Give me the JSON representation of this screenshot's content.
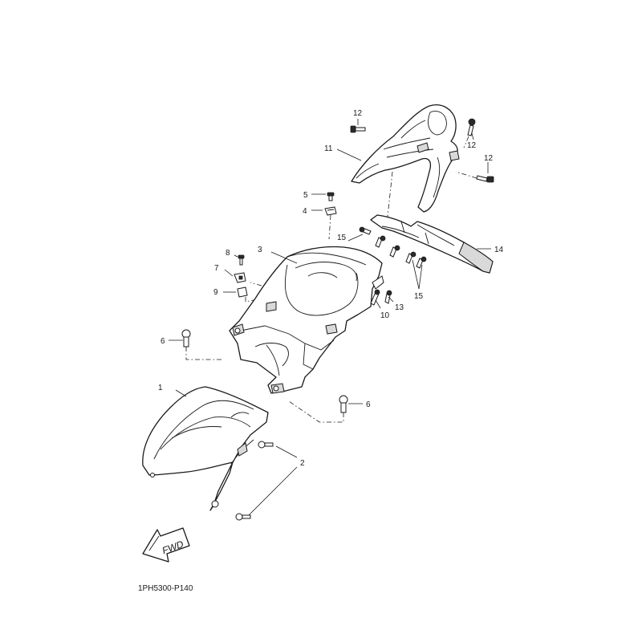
{
  "diagram": {
    "code": "1PH5300-P140",
    "fwd_label": "FWD",
    "callouts": {
      "c1": "1",
      "c2": "2",
      "c3": "3",
      "c4": "4",
      "c5": "5",
      "c6a": "6",
      "c6b": "6",
      "c7": "7",
      "c8": "8",
      "c9": "9",
      "c10": "10",
      "c11": "11",
      "c12a": "12",
      "c12b": "12",
      "c12c": "12",
      "c13": "13",
      "c14": "14",
      "c15a": "15",
      "c15b": "15"
    }
  }
}
